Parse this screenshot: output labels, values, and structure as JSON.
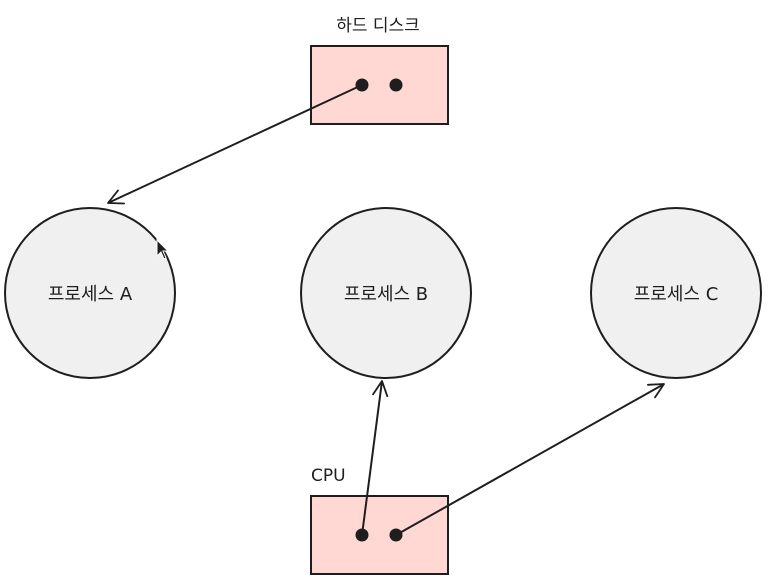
{
  "disk": {
    "label": "하드 디스크",
    "fill": "#ffd8d3",
    "stroke": "#1e1e1e"
  },
  "cpu": {
    "label": "CPU",
    "fill": "#ffd8d3",
    "stroke": "#1e1e1e"
  },
  "processes": [
    {
      "label": "프로세스 A"
    },
    {
      "label": "프로세스 B"
    },
    {
      "label": "프로세스 C"
    }
  ],
  "colors": {
    "process_fill": "#f0f0f0",
    "stroke": "#1e1e1e",
    "dot": "#1e1e1e"
  }
}
